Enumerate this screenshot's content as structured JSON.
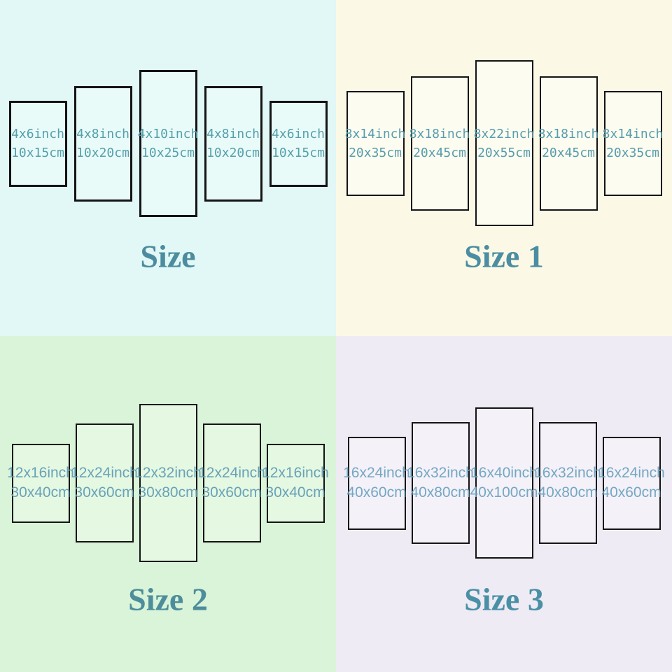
{
  "quadrants": [
    {
      "title": "Size",
      "bg_color": "#e1f8f6",
      "panel_fill": "#e9fbf9",
      "label_color": "#55a0ab",
      "title_color": "#4d8c9f",
      "panels": [
        {
          "inch": "4x6inch",
          "cm": "10x15cm"
        },
        {
          "inch": "4x8inch",
          "cm": "10x20cm"
        },
        {
          "inch": "4x10inch",
          "cm": "10x25cm"
        },
        {
          "inch": "4x8inch",
          "cm": "10x20cm"
        },
        {
          "inch": "4x6inch",
          "cm": "10x15cm"
        }
      ]
    },
    {
      "title": "Size 1",
      "bg_color": "#fbf9e6",
      "panel_fill": "#fdfcf0",
      "label_color": "#579dae",
      "title_color": "#4b8da2",
      "panels": [
        {
          "inch": "8x14inch",
          "cm": "20x35cm"
        },
        {
          "inch": "8x18inch",
          "cm": "20x45cm"
        },
        {
          "inch": "8x22inch",
          "cm": "20x55cm"
        },
        {
          "inch": "8x18inch",
          "cm": "20x45cm"
        },
        {
          "inch": "8x14inch",
          "cm": "20x35cm"
        }
      ]
    },
    {
      "title": "Size 2",
      "bg_color": "#d9f4d8",
      "panel_fill": "#e4f8e2",
      "label_color": "#69a2b7",
      "title_color": "#4d8d9c",
      "panels": [
        {
          "inch": "12x16inch",
          "cm": "30x40cm"
        },
        {
          "inch": "12x24inch",
          "cm": "30x60cm"
        },
        {
          "inch": "12x32inch",
          "cm": "30x80cm"
        },
        {
          "inch": "12x24inch",
          "cm": "30x60cm"
        },
        {
          "inch": "12x16inch",
          "cm": "30x40cm"
        }
      ]
    },
    {
      "title": "Size 3",
      "bg_color": "#efebf5",
      "panel_fill": "#f4f1f9",
      "label_color": "#74a7c2",
      "title_color": "#4a90a5",
      "panels": [
        {
          "inch": "16x24inch",
          "cm": "40x60cm"
        },
        {
          "inch": "16x32inch",
          "cm": "40x80cm"
        },
        {
          "inch": "16x40inch",
          "cm": "40x100cm"
        },
        {
          "inch": "16x32inch",
          "cm": "40x80cm"
        },
        {
          "inch": "16x24inch",
          "cm": "40x60cm"
        }
      ]
    }
  ]
}
